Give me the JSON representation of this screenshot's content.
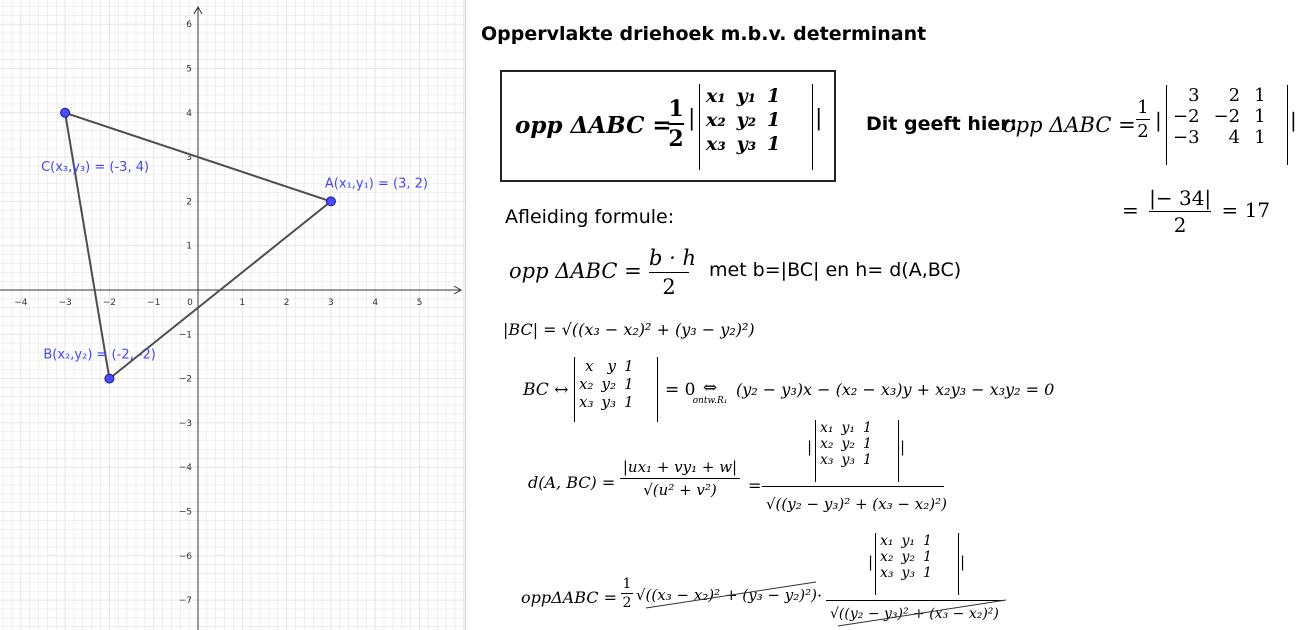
{
  "graph": {
    "x_tick_labels": [
      "−4",
      "−3",
      "−2",
      "−1",
      "0",
      "1",
      "2",
      "3",
      "4",
      "5"
    ],
    "y_tick_labels": [
      "6",
      "5",
      "4",
      "3",
      "2",
      "1",
      "−1",
      "−2",
      "−3",
      "−4",
      "−5",
      "−6",
      "−7"
    ],
    "points": [
      {
        "name": "A",
        "label": "A(x₁,y₁) = (3, 2)",
        "x": 3,
        "y": 2
      },
      {
        "name": "B",
        "label": "B(x₂,y₂) = (-2, -2)",
        "x": -2,
        "y": -2
      },
      {
        "name": "C",
        "label": "C(x₃,y₃) = (-3, 4)",
        "x": -3,
        "y": 4
      }
    ],
    "colors": {
      "point": "#4b4bff",
      "label": "#4444ff",
      "segment": "#4d4d4d",
      "grid": "#e4e4e4",
      "axis": "#333333"
    }
  },
  "sheet": {
    "title": "Oppervlakte driehoek m.b.v. determinant",
    "formula_box": {
      "lhs": "opp ΔABC =",
      "frac_num": "1",
      "frac_den": "2",
      "matrix": [
        [
          "x₁",
          "y₁",
          "1"
        ],
        [
          "x₂",
          "y₂",
          "1"
        ],
        [
          "x₃",
          "y₃",
          "1"
        ]
      ]
    },
    "result_label": "Dit geeft hier:",
    "result": {
      "lhs": "opp ΔABC =",
      "frac_num": "1",
      "frac_den": "2",
      "matrix": [
        [
          "3",
          "2",
          "1"
        ],
        [
          "−2",
          "−2",
          "1"
        ],
        [
          "−3",
          "4",
          "1"
        ]
      ],
      "line2_num": "|− 34|",
      "line2_den": "2",
      "line2_value": "= 17"
    },
    "derivation_heading": "Afleiding formule:",
    "formula1": {
      "lhs": "opp ΔABC =",
      "num": "b · h",
      "den": "2",
      "text": "met b=|BC| en h= d(A,BC)"
    },
    "formula2": "|BC| = √((x₃ − x₂)² + (y₃ − y₂)²)",
    "formula3": {
      "lhs": "BC ↔",
      "matrix": [
        [
          "x",
          "y",
          "1"
        ],
        [
          "x₂",
          "y₂",
          "1"
        ],
        [
          "x₃",
          "y₃",
          "1"
        ]
      ],
      "eq": "= 0",
      "arrow": "⇔",
      "note": "ontw.R₁",
      "rhs": "(y₂ − y₃)x − (x₂ − x₃)y + x₂y₃ − x₃y₂ = 0"
    },
    "formula4": {
      "lhs": "d(A, BC) =",
      "num": "|ux₁ + vy₁ + w|",
      "den": "√(u² + v²)",
      "eq": "=",
      "matrix": [
        [
          "x₁",
          "y₁",
          "1"
        ],
        [
          "x₂",
          "y₂",
          "1"
        ],
        [
          "x₃",
          "y₃",
          "1"
        ]
      ],
      "den2": "√((y₂ − y₃)² + (x₃ − x₂)²)"
    },
    "formula5": {
      "lhs": "oppΔABC =",
      "half_num": "1",
      "half_den": "2",
      "root": "√((x₃ − x₂)² + (y₃ − y₂)²)",
      "dot": "·",
      "matrix": [
        [
          "x₁",
          "y₁",
          "1"
        ],
        [
          "x₂",
          "y₂",
          "1"
        ],
        [
          "x₃",
          "y₃",
          "1"
        ]
      ],
      "den": "√((y₂ − y₃)² + (x₃ − x₂)²)"
    }
  }
}
